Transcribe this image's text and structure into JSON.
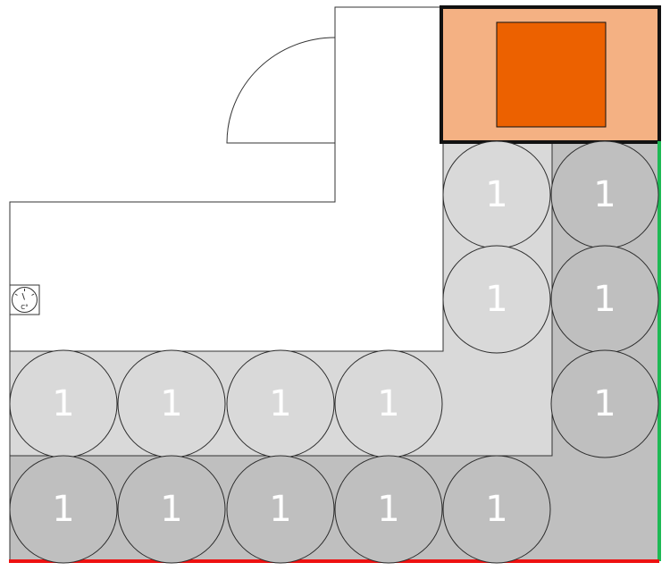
{
  "colors": {
    "background": "#ffffff",
    "wall_stroke": "#333333",
    "zone_light": "#d9d9d9",
    "zone_dark": "#bfbfbf",
    "cell_light": "#d9d9d9",
    "cell_dark": "#bfbfbf",
    "cell_stroke": "#2b2b2b",
    "label_color": "#ffffff",
    "equipment_outer": "#f4b183",
    "equipment_inner": "#ec6100",
    "equipment_border": "#111111",
    "edge_green": "#1db954",
    "edge_red": "#ee1111"
  },
  "icons": {
    "thermometer": "thermometer-gauge-icon",
    "door": "door-swing-icon"
  },
  "gauge": {
    "unit_label": "C°"
  },
  "cells": {
    "inner_row": [
      "1",
      "1",
      "1",
      "1"
    ],
    "inner_column": [
      "1",
      "1"
    ],
    "outer_row": [
      "1",
      "1",
      "1",
      "1",
      "1"
    ],
    "outer_column": [
      "1",
      "1",
      "1"
    ]
  }
}
